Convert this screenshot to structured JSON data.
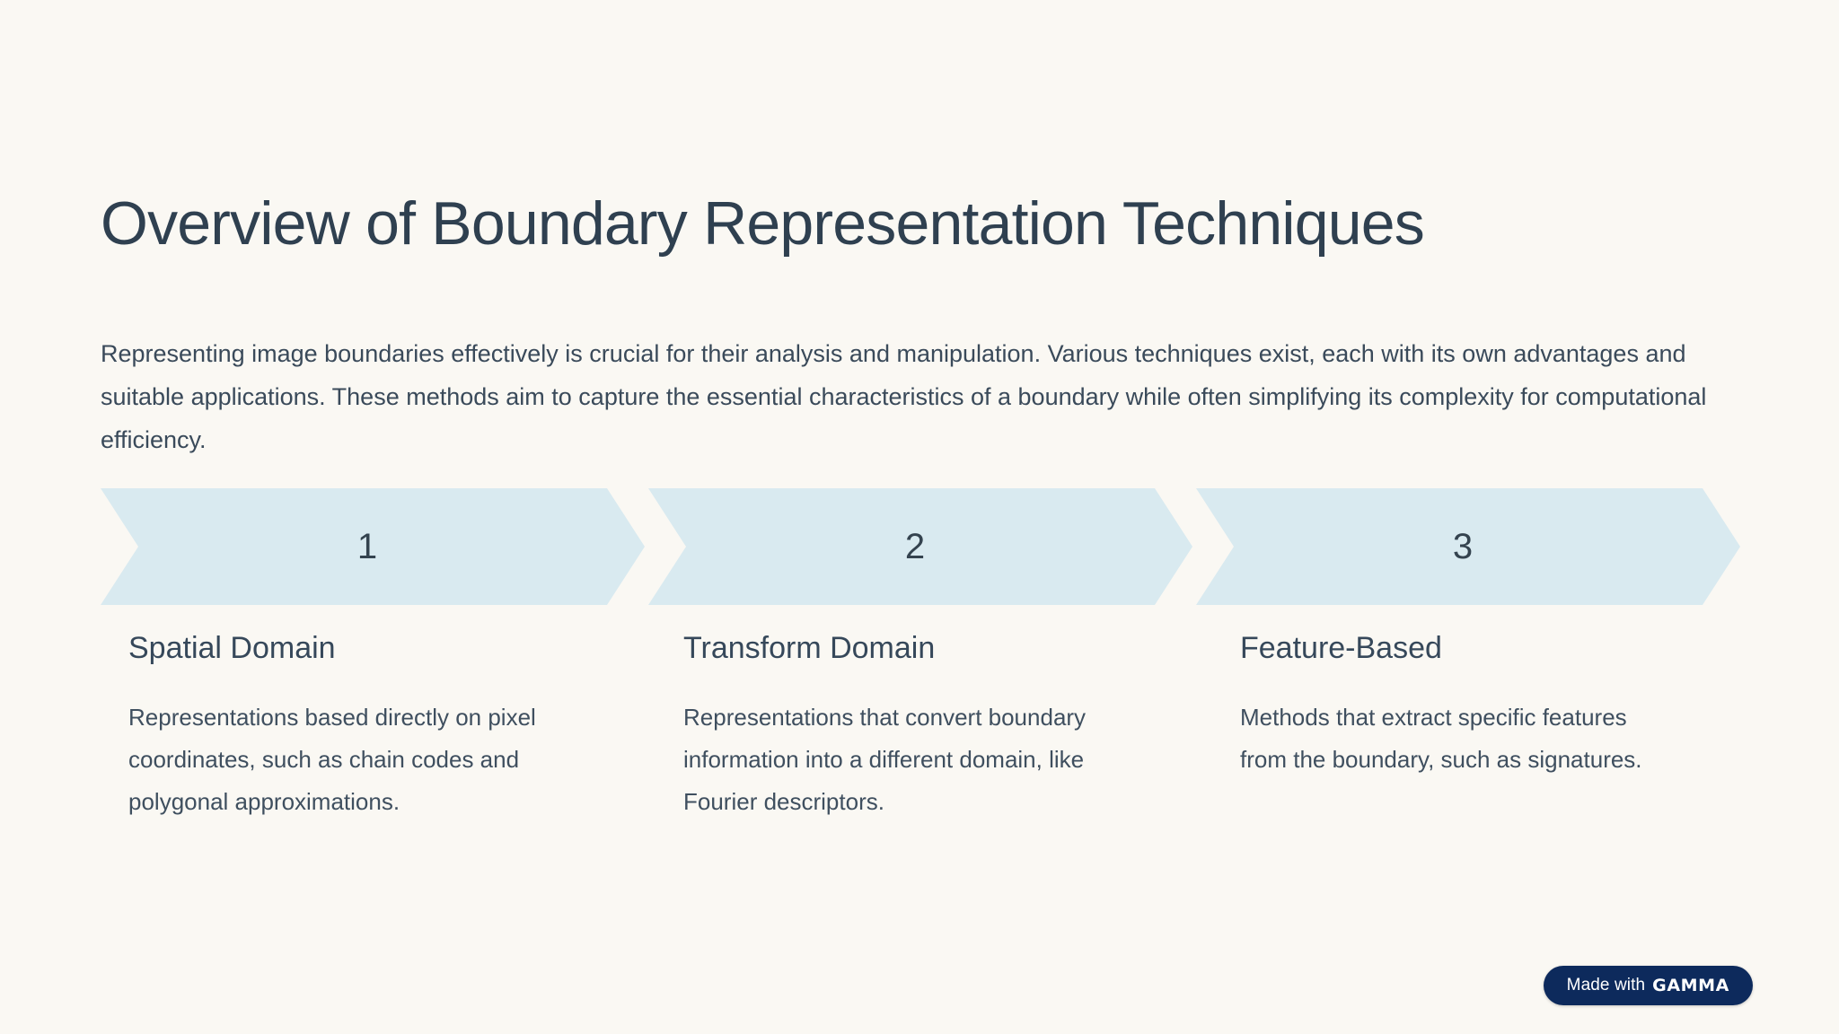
{
  "slide": {
    "background_color": "#faf8f3",
    "title": "Overview of Boundary Representation Techniques",
    "intro": "Representing image boundaries effectively is crucial for their analysis and manipulation. Various techniques exist, each with its own advantages and suitable applications. These methods aim to capture the essential characteristics of a boundary while often simplifying its complexity for computational efficiency.",
    "accent_color": "#d9eaf0",
    "text_color": "#2f4050"
  },
  "steps": [
    {
      "number": "1",
      "title": "Spatial Domain",
      "body": "Representations based directly on pixel coordinates, such as chain codes and polygonal approximations."
    },
    {
      "number": "2",
      "title": "Transform Domain",
      "body": "Representations that convert boundary information into a different domain, like Fourier descriptors."
    },
    {
      "number": "3",
      "title": "Feature-Based",
      "body": "Methods that extract specific features from the boundary, such as signatures."
    }
  ],
  "badge": {
    "made_with": "Made with",
    "brand": "GAMMA",
    "background_color": "#0d2a5c",
    "text_color": "#ffffff"
  }
}
